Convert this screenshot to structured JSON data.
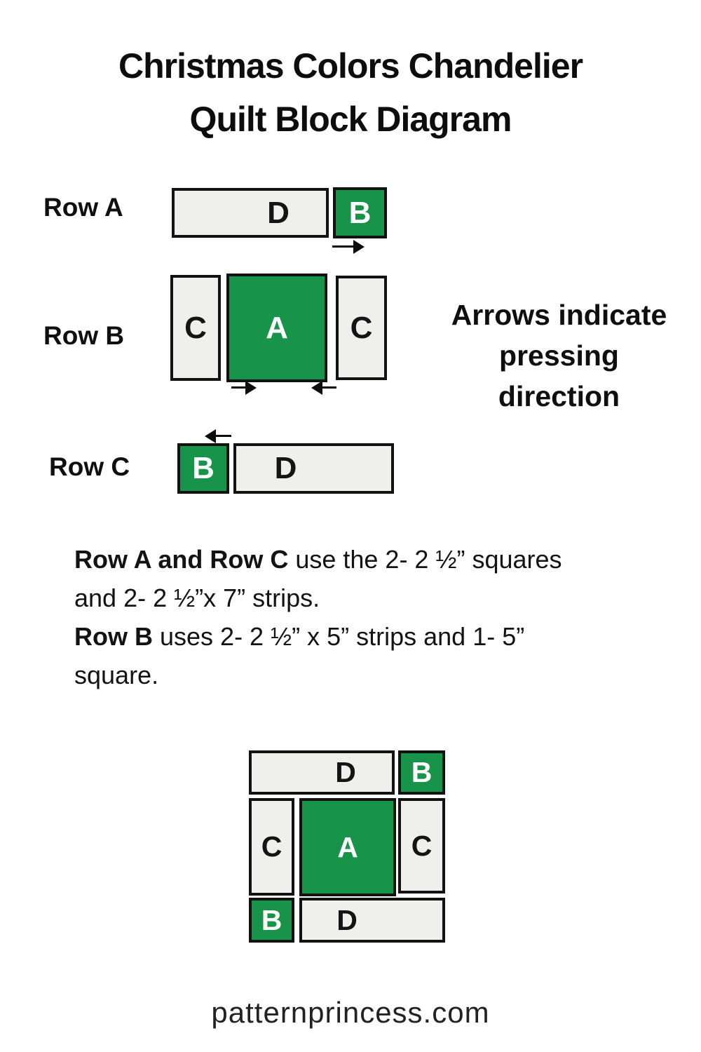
{
  "title": {
    "line1": "Christmas Colors Chandelier",
    "line2": "Quilt Block Diagram"
  },
  "colors": {
    "fabric_green": "#18934a",
    "fabric_light": "#efefeb",
    "outline": "#121212"
  },
  "rows": {
    "row_a": {
      "label": "Row A",
      "piece_d": "D",
      "piece_b": "B"
    },
    "row_b": {
      "label": "Row B",
      "piece_c_left": "C",
      "piece_a": "A",
      "piece_c_right": "C"
    },
    "row_c": {
      "label": "Row C",
      "piece_b": "B",
      "piece_d": "D"
    }
  },
  "pressing_note": {
    "text": "Arrows indicate pressing direction",
    "line1": "Arrows indicate",
    "line2": "pressing",
    "line3": "direction"
  },
  "instructions": {
    "line1_bold": "Row A and Row C",
    "line1_rest": " use the 2- 2 ½” squares",
    "line2": "and 2- 2 ½”x 7” strips.",
    "line3_bold": "Row B",
    "line3_rest": " uses 2- 2 ½” x 5” strips and 1- 5”",
    "line4": "square."
  },
  "assembled_block": {
    "top_d": "D",
    "top_b": "B",
    "mid_c_left": "C",
    "mid_a": "A",
    "mid_c_right": "C",
    "bottom_b": "B",
    "bottom_d": "D"
  },
  "footer": {
    "site": "patternprincess.com"
  }
}
